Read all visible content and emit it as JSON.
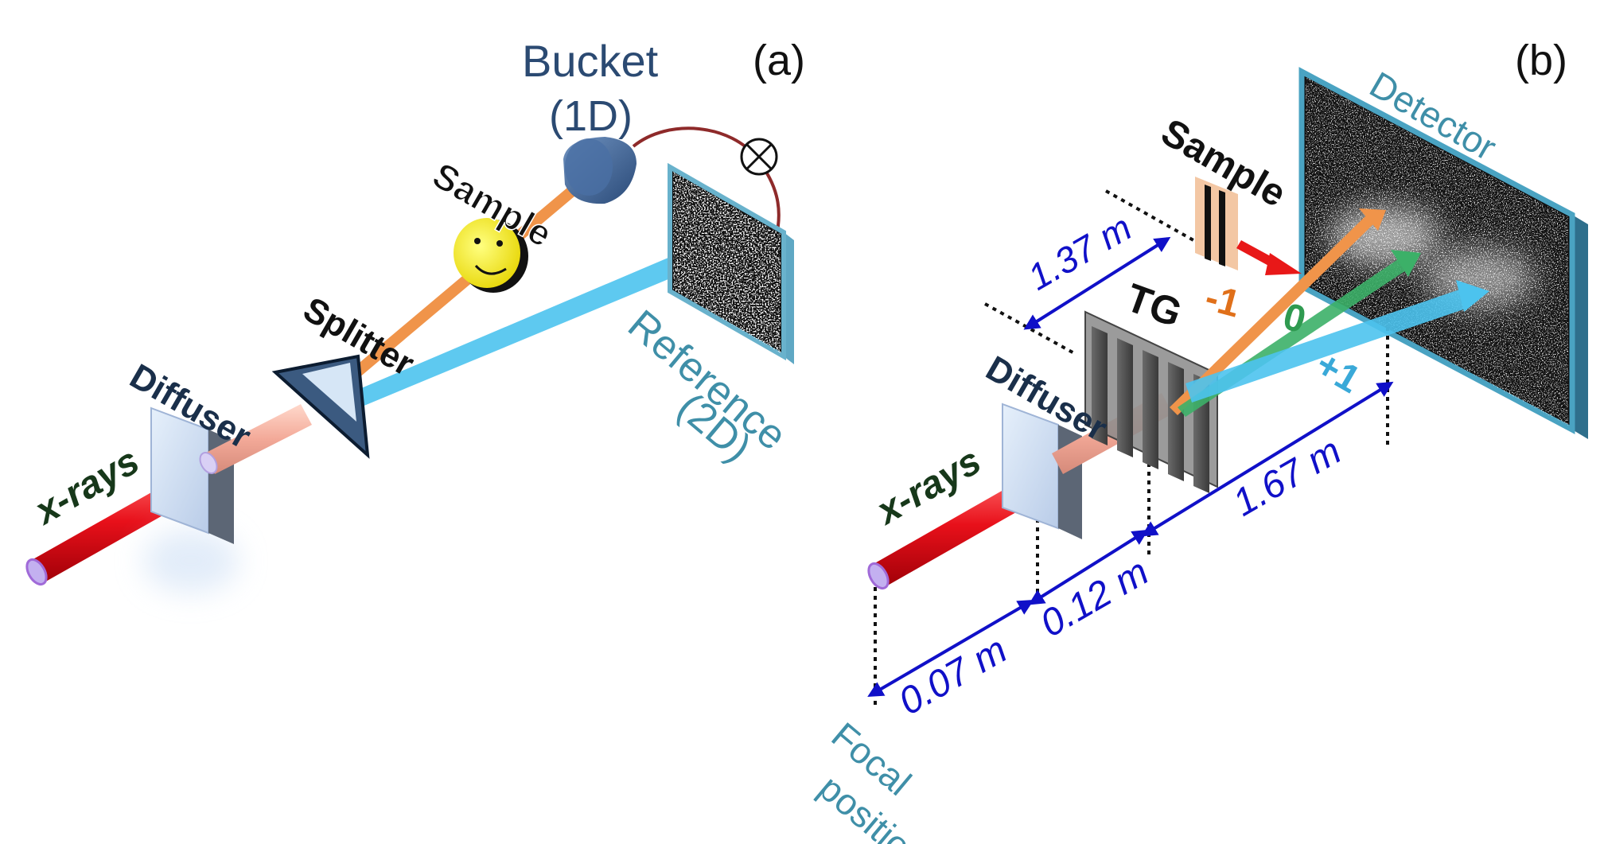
{
  "panel_a": {
    "tag": "(a)",
    "bucket_line1": "Bucket",
    "bucket_line2": "(1D)",
    "sample": "Sample",
    "splitter": "Splitter",
    "diffuser": "Diffuser",
    "xrays": "x-rays",
    "reference_line1": "Reference",
    "reference_line2": "(2D)"
  },
  "panel_b": {
    "tag": "(b)",
    "detector": "Detector",
    "sample": "Sample",
    "tg": "TG",
    "diffuser": "Diffuser",
    "xrays": "x-rays",
    "order_minus": "-1",
    "order_zero": "0",
    "order_plus": "+1",
    "dist_sample_tg": "1.37 m",
    "dist_tg_detector": "1.67 m",
    "dist_diffuser_tg": "0.12 m",
    "dist_focal_diffuser": "0.07 m",
    "focal_line1": "Focal",
    "focal_line2": "position"
  },
  "colors": {
    "xray_beam": "#e8101a",
    "reference_beam": "#4cc3ee",
    "sample_beam": "#f0944a",
    "zero_order": "#3cb068",
    "dimension_arrow": "#1010c8",
    "dark_label": "#1a2f4a",
    "teal_label": "#3f8fa8"
  }
}
